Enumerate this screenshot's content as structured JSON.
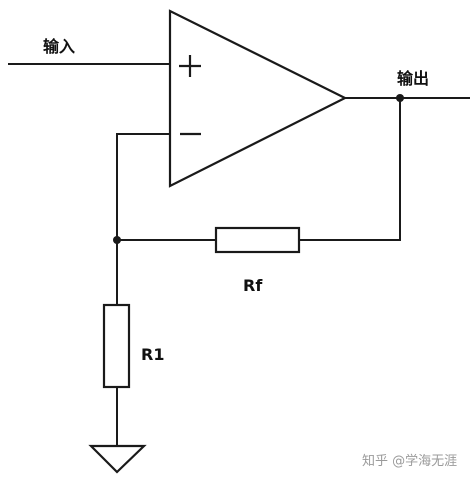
{
  "labels": {
    "input": "输入",
    "output": "输出",
    "rf": "Rf",
    "r1": "R1"
  },
  "watermark": "知乎 @学海无涯",
  "colors": {
    "line": "#1a1a1a",
    "text": "#111111",
    "watermark": "#9a9a9a",
    "background": "#ffffff"
  },
  "symbols": {
    "plus_input": "+",
    "minus_input": "−"
  }
}
